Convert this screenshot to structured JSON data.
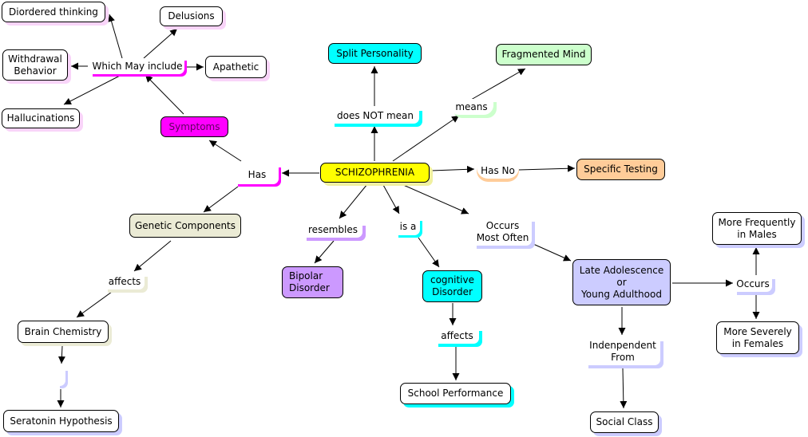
{
  "nodes": {
    "schizophrenia": "SCHIZOPHRENIA",
    "split_personality": "Split Personality",
    "fragmented_mind": "Fragmented Mind",
    "specific_testing": "Specific Testing",
    "symptoms": "Symptoms",
    "diordered_thinking": "Diordered thinking",
    "delusions": "Delusions",
    "withdrawal_behavior": "Withdrawal\nBehavior",
    "apathetic": "Apathetic",
    "hallucinations": "Hallucinations",
    "genetic_components": "Genetic Components",
    "brain_chemistry": "Brain Chemistry",
    "seratonin_hypothesis": "Seratonin Hypothesis",
    "bipolar_disorder": "Bipolar\nDisorder",
    "cognitive_disorder": "cognitive\nDisorder",
    "school_performance": "School Performance",
    "late_adolescence": "Late Adolescence\nor\nYoung Adulthood",
    "more_frequently_males": "More Frequently\nin Males",
    "more_severely_females": "More Severely\nin Females",
    "social_class": "Social Class"
  },
  "links": {
    "which_may_include": "Which May include",
    "has": "Has",
    "does_not_mean": "does NOT mean",
    "means": "means",
    "has_no": "Has No",
    "resembles": "resembles",
    "is_a": "is a",
    "occurs_most_often": "Occurs\nMost Often",
    "affects_left": "affects",
    "affects_center": "affects",
    "occurs": "Occurs",
    "independent_from": "Indenpendent\nFrom",
    "blank": ""
  },
  "colors": {
    "yellow": "#ffff00",
    "cyan": "#00ffff",
    "magenta": "#ff00ff",
    "green": "#ccffcc",
    "orange": "#ffcc99",
    "purple": "#cc99ff",
    "lavender": "#ccccff",
    "beige": "#ebebd5"
  }
}
